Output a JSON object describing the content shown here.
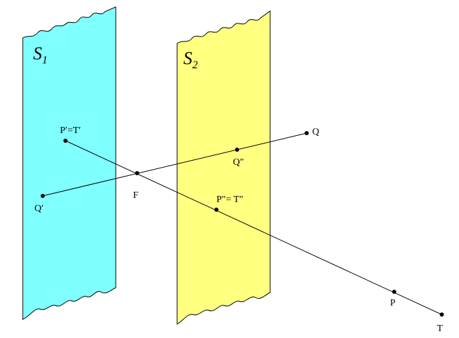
{
  "colors": {
    "plane_s1": "#80ffff",
    "plane_s2": "#ffff80",
    "line": "#000000",
    "background": "#ffffff"
  },
  "planes": {
    "s1": {
      "letter": "S",
      "subscript": "1"
    },
    "s2": {
      "letter": "S",
      "subscript": "2"
    }
  },
  "points": {
    "p_prime_t_prime": "P′=T′",
    "q": "Q",
    "q_double_prime": "Q″",
    "f": "F",
    "q_prime": "Q′",
    "p_double_prime_t_double_prime": "P″= T″",
    "p": "P",
    "t": "T"
  }
}
